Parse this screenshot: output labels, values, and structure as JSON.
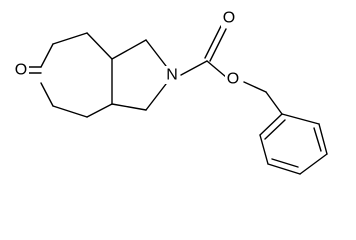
{
  "molecule": {
    "atoms": {
      "ketone_oxygen": "O",
      "ring_nitrogen": "N",
      "carbonyl_oxygen": "O",
      "ester_oxygen": "O"
    }
  },
  "colors": {
    "bond": "#000000",
    "background": "#ffffff"
  }
}
